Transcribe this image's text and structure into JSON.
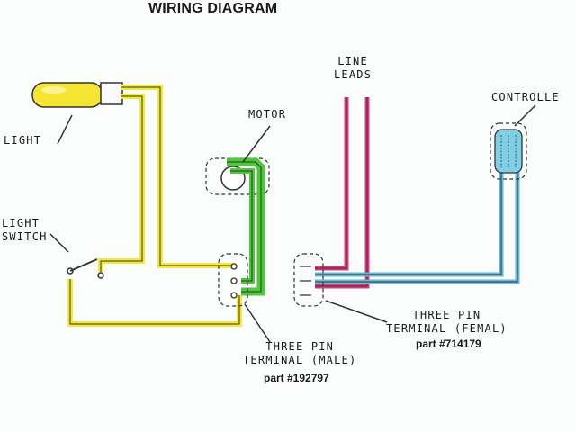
{
  "title": "WIRING DIAGRAM",
  "labels": {
    "light": "LIGHT",
    "light_switch_line1": "LIGHT",
    "light_switch_line2": "SWITCH",
    "motor": "MOTOR",
    "line_leads_line1": "LINE",
    "line_leads_line2": "LEADS",
    "controller": "CONTROLLE",
    "male_terminal_line1": "THREE PIN",
    "male_terminal_line2": "TERMINAL (MALE)",
    "male_part": "part #192797",
    "female_terminal_line1": "THREE PIN",
    "female_terminal_line2": "TERMINAL (FEMAL)",
    "female_part": "part #714179"
  },
  "colors": {
    "wire_yellow": "#f2e93a",
    "wire_green": "#4cc93a",
    "wire_magenta": "#d9387a",
    "wire_blue": "#66b8d6",
    "wire_core": "#333333",
    "lamp": "#f5e533",
    "controller_fill": "#7fd0e6"
  }
}
